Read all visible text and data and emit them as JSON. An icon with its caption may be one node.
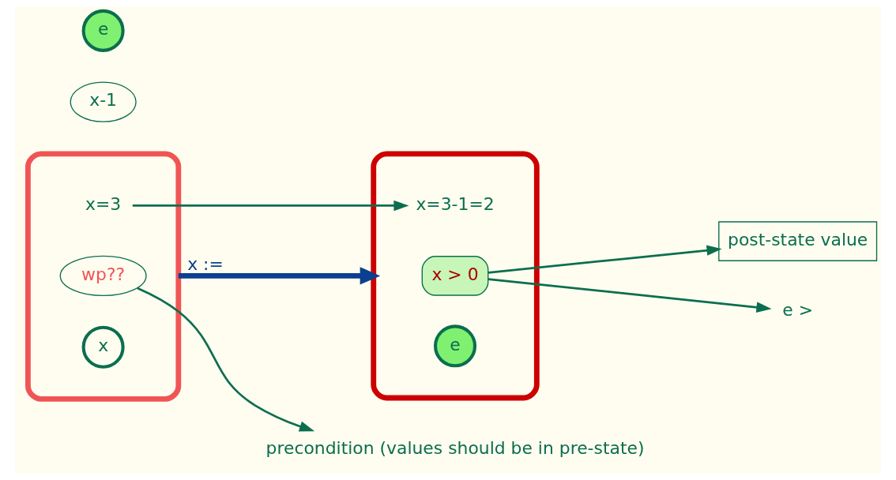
{
  "diagram": {
    "nodes": [
      {
        "text": [],
        "shape": "ellipse"
      },
      {
        "text": [
          "wp??"
        ],
        "in": 0
      },
      {
        "text": [
          "x=3"
        ],
        "in": 0
      },
      {
        "text": [
          "x"
        ],
        "in": 0
      },
      {
        "text": [],
        "shape": "ellipse"
      },
      {
        "text": [
          "x > 0"
        ],
        "in": 4
      },
      {
        "text": [
          "post-state value"
        ]
      },
      {
        "text": [
          "x=3-1=2"
        ],
        "in": 4
      },
      {
        "text": [
          "e"
        ],
        "in": 4
      },
      {
        "text": [
          "precondition (values should be in pre-state)"
        ]
      },
      {
        "text": [
          "e >"
        ]
      },
      {
        "text": [
          "x-1"
        ]
      },
      {
        "text": [
          "e"
        ]
      }
    ],
    "edges": [
      {
        "from": 1,
        "to": 9,
        "arrow": "to"
      },
      {
        "from": 0,
        "to": 4,
        "arrow": "to",
        "label": "x :=",
        "style": "thick",
        "color": "#0b3f8f"
      },
      {
        "from": 2,
        "to": 7,
        "arrow": "to"
      },
      {
        "from": 5,
        "to": 10,
        "arrow": "to"
      },
      {
        "from": 5,
        "to": 6,
        "arrow": "to"
      }
    ]
  }
}
